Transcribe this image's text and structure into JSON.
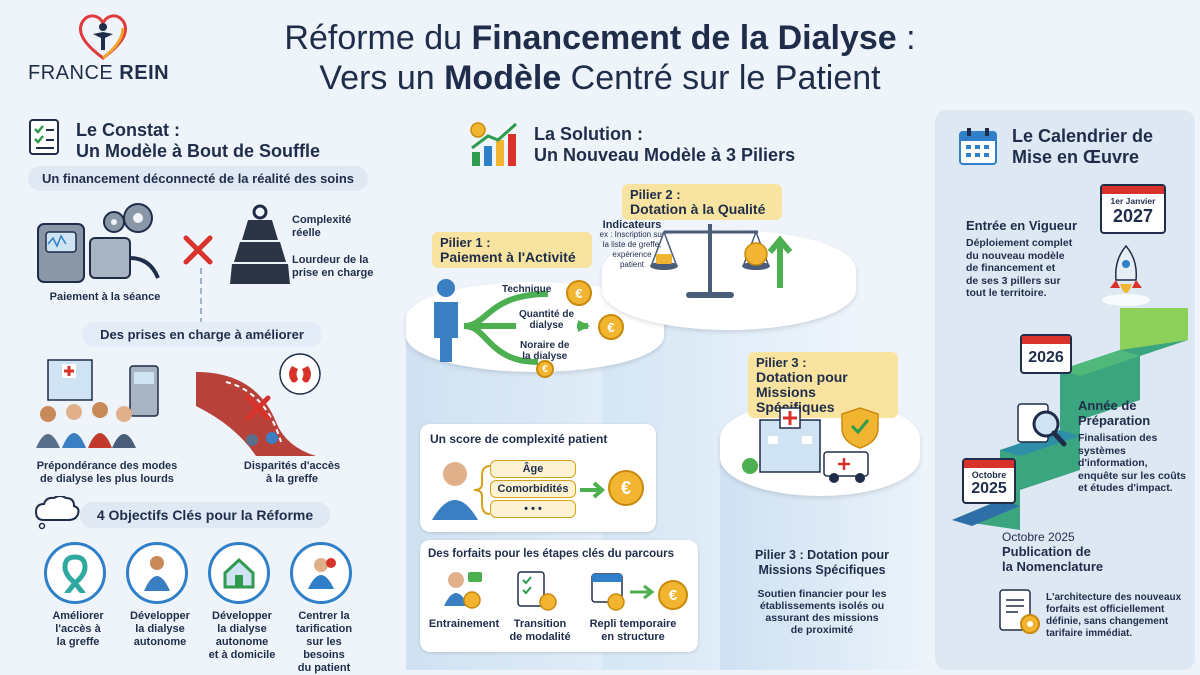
{
  "header": {
    "logo_text_1": "FRANCE",
    "logo_text_2": "REIN",
    "title_line1_a": "Réforme du ",
    "title_line1_b": "Financement de la Dialyse",
    "title_line1_c": " :",
    "title_line2_a": "Vers un ",
    "title_line2_b": "Modèle",
    "title_line2_c": " Centré sur le Patient"
  },
  "constat": {
    "heading_1": "Le Constat :",
    "heading_2": "Un Modèle à Bout de Souffle",
    "pill_1": "Un financement déconnecté de la réalité des soins",
    "complexite_1": "Complexité",
    "complexite_2": "réelle",
    "lourdeur_1": "Lourdeur de la",
    "lourdeur_2": "prise en charge",
    "paiement_seance": "Paiement à la séance",
    "pill_2": "Des prises en charge à améliorer",
    "prepond_1": "Prépondérance des modes",
    "prepond_2": "de dialyse les plus lourds",
    "disparites_1": "Disparités d'accès",
    "disparites_2": "à la greffe"
  },
  "objectifs": {
    "heading": "4 Objectifs Clés pour la Réforme",
    "items": [
      {
        "l1": "Améliorer",
        "l2": "l'accès à",
        "l3": "la greffe",
        "l4": ""
      },
      {
        "l1": "Développer",
        "l2": "la dialyse",
        "l3": "autonome",
        "l4": ""
      },
      {
        "l1": "Développer",
        "l2": "la dialyse",
        "l3": "autonome",
        "l4": "et à domicile"
      },
      {
        "l1": "Centrer la",
        "l2": "tarification",
        "l3": "sur les besoins",
        "l4": "du patient"
      }
    ]
  },
  "solution": {
    "heading_1": "La Solution :",
    "heading_2": "Un Nouveau Modèle à 3 Piliers",
    "pilier1_l1": "Pilier 1 :",
    "pilier1_l2": "Paiement à l'Activité",
    "p1_technique": "Technique",
    "p1_quantite_1": "Quantité de",
    "p1_quantite_2": "dialyse",
    "p1_honoraire_1": "Noraire de",
    "p1_honoraire_2": "la dialyse",
    "pilier2_l1": "Pilier 2 :",
    "pilier2_l2": "Dotation à la Qualité",
    "indicateurs_1": "Indicateurs",
    "indicateurs_2": "ex : Inscription sur",
    "indicateurs_3": "la liste de greffe,",
    "indicateurs_4": "expérience",
    "indicateurs_5": "patient",
    "pilier3_l1": "Pilier 3 :",
    "pilier3_l2": "Dotation pour",
    "pilier3_l3": "Missions Spécifiques",
    "score_title": "Un score de complexité patient",
    "score_tags": [
      "Âge",
      "Comorbidités",
      "• • •"
    ],
    "forfaits_title": "Des forfaits pour les étapes clés du parcours",
    "forfait_1": "Entrainement",
    "forfait_2_l1": "Transition",
    "forfait_2_l2": "de modalité",
    "forfait_3_l1": "Repli temporaire",
    "forfait_3_l2": "en structure",
    "p3_desc_title_1": "Pilier 3 : Dotation pour",
    "p3_desc_title_2": "Missions Spécifiques",
    "p3_desc_1": "Soutien financier pour les",
    "p3_desc_2": "établissements isolés ou",
    "p3_desc_3": "assurant des missions",
    "p3_desc_4": "de proximité",
    "coin_symbol": "€"
  },
  "calendrier": {
    "heading_1": "Le Calendrier de",
    "heading_2": "Mise en Œuvre",
    "cal_2027_top": "1er Janvier",
    "cal_2027_year": "2027",
    "entree_title": "Entrée en Vigueur",
    "entree_1": "Déploiement complet",
    "entree_2": "du nouveau modèle",
    "entree_3": "de financement et",
    "entree_4": "de ses 3 pillers sur",
    "entree_5": "tout le territoire.",
    "cal_2026_year": "2026",
    "prep_title_1": "Année de",
    "prep_title_2": "Préparation",
    "prep_1": "Finalisation des",
    "prep_2": "systèmes",
    "prep_3": "d'information,",
    "prep_4": "enquête sur les coûts",
    "prep_5": "et études d'impact.",
    "cal_2025_top": "Octobre",
    "cal_2025_year": "2025",
    "pub_date": "Octobre 2025",
    "pub_title_1": "Publication de",
    "pub_title_2": "la Nomenclature",
    "pub_1": "L'architecture des nouveaux",
    "pub_2": "forfaits est officiellement",
    "pub_3": "définie, sans changement",
    "pub_4": "tarifaire immédiat."
  }
}
